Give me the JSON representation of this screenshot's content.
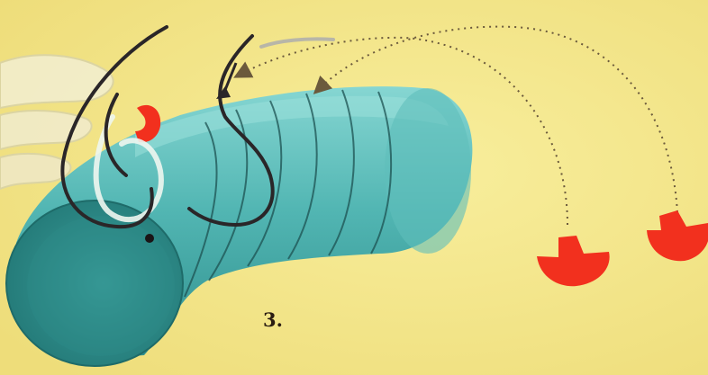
{
  "figure": {
    "step_label": "3.",
    "colors": {
      "background": "#f5e890",
      "tube": "#4fb3b1",
      "tube_dark": "#2c8888",
      "tube_light": "#7fd0cd",
      "ring_lines": "#1c4a4a",
      "thread": "#2a2628",
      "gloved_hand": "#f0eccd",
      "marker_red": "#f2301e",
      "dotted_arrow": "#6b5a3c"
    },
    "icons": [
      "curved-needle-thread",
      "gloved-fingers",
      "red-semicircle-marker",
      "dotted-curved-arrow"
    ]
  }
}
